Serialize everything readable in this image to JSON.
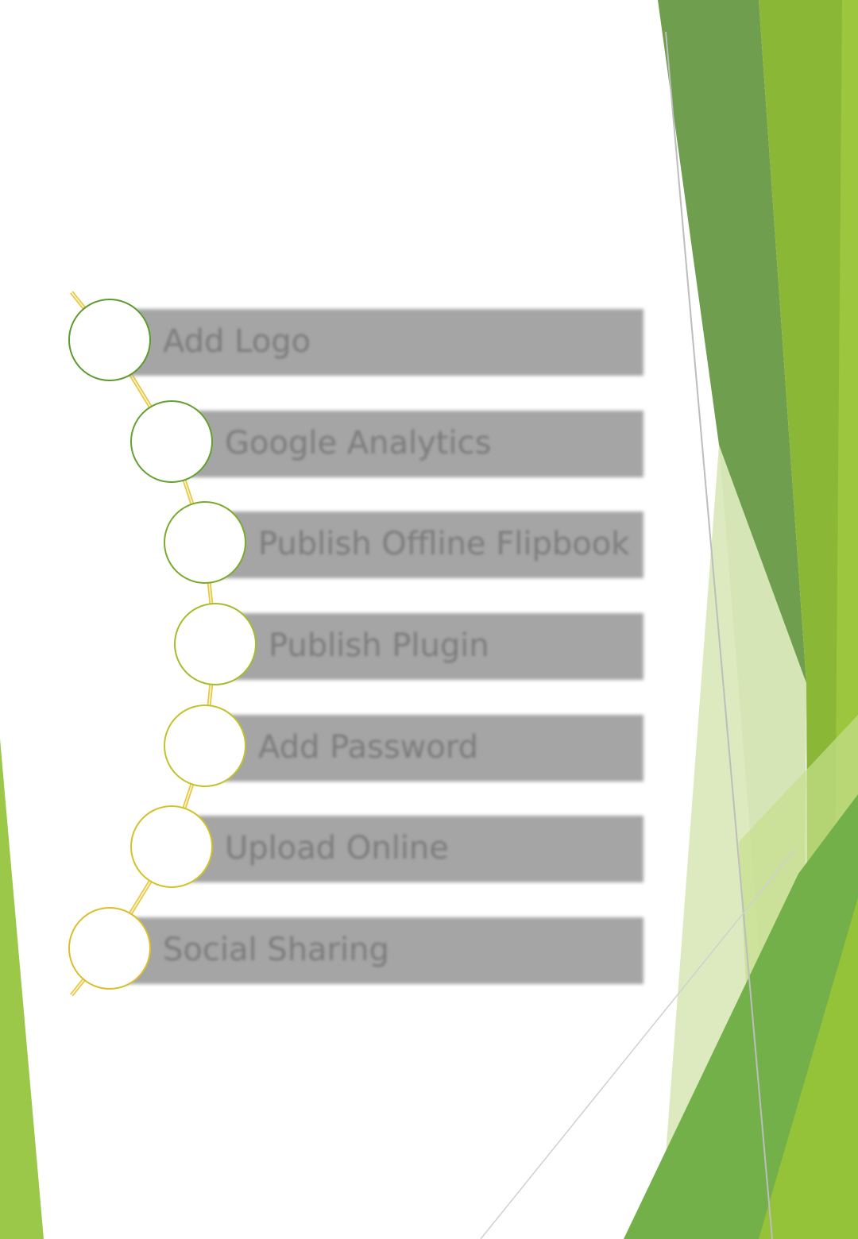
{
  "colors": {
    "background": "#ffffff",
    "bar": "#a5a5a5",
    "label_text": "#7c7c7c",
    "accent_dark_green": "#6a9c4a",
    "accent_green": "#8cbf32",
    "accent_light_green": "#a3cc4a",
    "accent_pale_green": "#dbe9bc",
    "connector_gold": "#e6c84a"
  },
  "steps": [
    {
      "label": "Add Logo",
      "circle_color": "#5c9b2e"
    },
    {
      "label": "Google Analytics",
      "circle_color": "#64a032"
    },
    {
      "label": "Publish Offline Flipbook",
      "circle_color": "#7aab2c"
    },
    {
      "label": "Publish Plugin",
      "circle_color": "#a2be2a"
    },
    {
      "label": "Add Password",
      "circle_color": "#c2c22a"
    },
    {
      "label": "Upload Online",
      "circle_color": "#d2c22a"
    },
    {
      "label": "Social Sharing",
      "circle_color": "#dcbe2c"
    }
  ]
}
